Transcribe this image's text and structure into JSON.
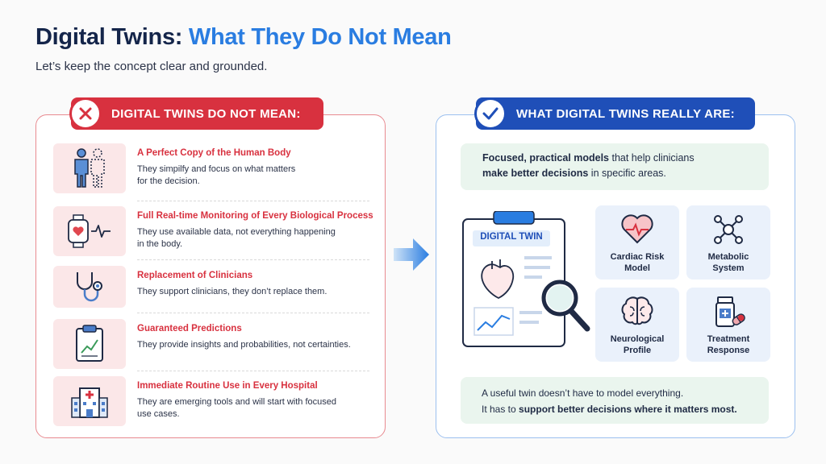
{
  "header": {
    "title_main": "Digital Twins:",
    "title_accent": "What They Do Not Mean",
    "subtitle": "Let’s keep the concept clear and grounded."
  },
  "left": {
    "heading": "DIGITAL TWINS DO NOT MEAN:",
    "items": [
      {
        "icon": "human-body-copy-icon",
        "title": "A Perfect Copy of the Human Body",
        "line1": "They simpilfy and focus on what matters",
        "line2": "for the decision."
      },
      {
        "icon": "smartwatch-heart-icon",
        "title": "Full Real-time Monitoring of Every Biological Process",
        "line1": "They use available data, not everything happening",
        "line2": "in the body."
      },
      {
        "icon": "stethoscope-icon",
        "title": "Replacement of Clinicians",
        "line1": "They support clinicians, they don’t replace them.",
        "line2": ""
      },
      {
        "icon": "clipboard-chart-icon",
        "title": "Guaranteed Predictions",
        "line1": "They provide insights and probabilities, not certainties.",
        "line2": ""
      },
      {
        "icon": "hospital-icon",
        "title": "Immediate Routine Use in Every Hospital",
        "line1": "They are emerging tools and will start with focused",
        "line2": "use cases."
      }
    ]
  },
  "right": {
    "heading": "WHAT DIGITAL TWINS REALLY ARE:",
    "intro": {
      "bold1": "Focused, practical models",
      "text1": " that help clinicians",
      "bold2": "make better decisions",
      "text2": " in specific areas."
    },
    "twin_label": "DIGITAL TWIN",
    "models": [
      {
        "icon": "heart-pulse-icon",
        "label": "Cardiac Risk\nModel"
      },
      {
        "icon": "molecule-icon",
        "label": "Metabolic\nSystem"
      },
      {
        "icon": "brain-icon",
        "label": "Neurological\nProfile"
      },
      {
        "icon": "medicine-bottle-icon",
        "label": "Treatment\nResponse"
      }
    ],
    "outro": {
      "line1": "A useful twin doesn’t have to model everything.",
      "text2": "It has to ",
      "bold2": "support better decisions where it matters most."
    }
  },
  "colors": {
    "red": "#d8313f",
    "blue": "#1f4fb8",
    "accent": "#2a7de1",
    "green_bg": "#eaf5ee"
  }
}
